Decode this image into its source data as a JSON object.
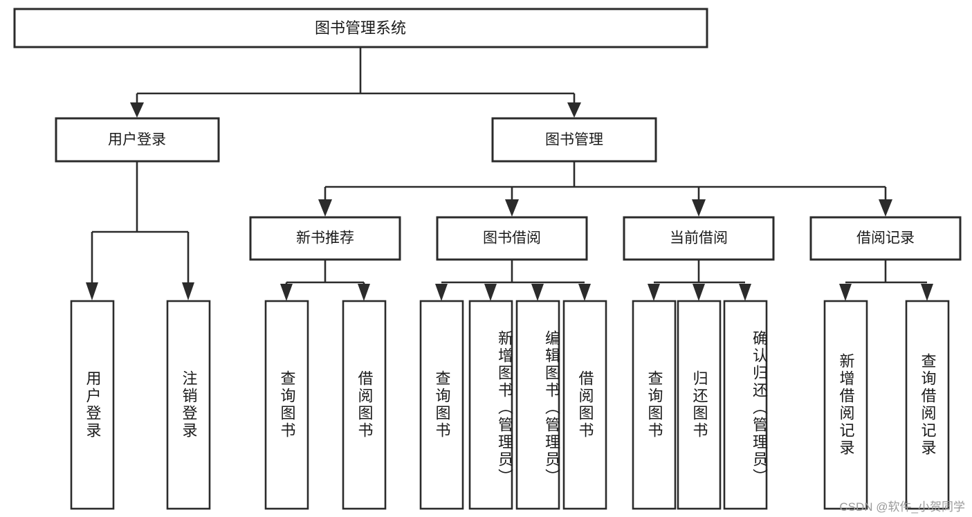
{
  "diagram": {
    "type": "tree-hierarchy",
    "title": "图书管理系统",
    "watermark": "CSDN @软件_小贺同学",
    "colors": {
      "box_stroke": "#2b2b2b",
      "box_fill": "#ffffff",
      "text": "#1a1a1a",
      "background": "#ffffff",
      "watermark": "#9a9a9a"
    },
    "root": {
      "label": "图书管理系统"
    },
    "level2": [
      {
        "label": "用户登录"
      },
      {
        "label": "图书管理"
      }
    ],
    "level3": [
      {
        "label": "新书推荐"
      },
      {
        "label": "图书借阅"
      },
      {
        "label": "当前借阅"
      },
      {
        "label": "借阅记录"
      }
    ],
    "leaves_user_login": [
      {
        "label": "用户登录"
      },
      {
        "label": "注销登录"
      }
    ],
    "leaves_new_book": [
      {
        "label": "查询图书"
      },
      {
        "label": "借阅图书"
      }
    ],
    "leaves_borrow": [
      {
        "label": "查询图书"
      },
      {
        "label": "新增图书（管理员）"
      },
      {
        "label": "编辑图书（管理员）"
      },
      {
        "label": "借阅图书"
      }
    ],
    "leaves_current": [
      {
        "label": "查询图书"
      },
      {
        "label": "归还图书"
      },
      {
        "label": "确认归还（管理员）"
      }
    ],
    "leaves_records": [
      {
        "label": "新增借阅记录"
      },
      {
        "label": "查询借阅记录"
      }
    ]
  }
}
